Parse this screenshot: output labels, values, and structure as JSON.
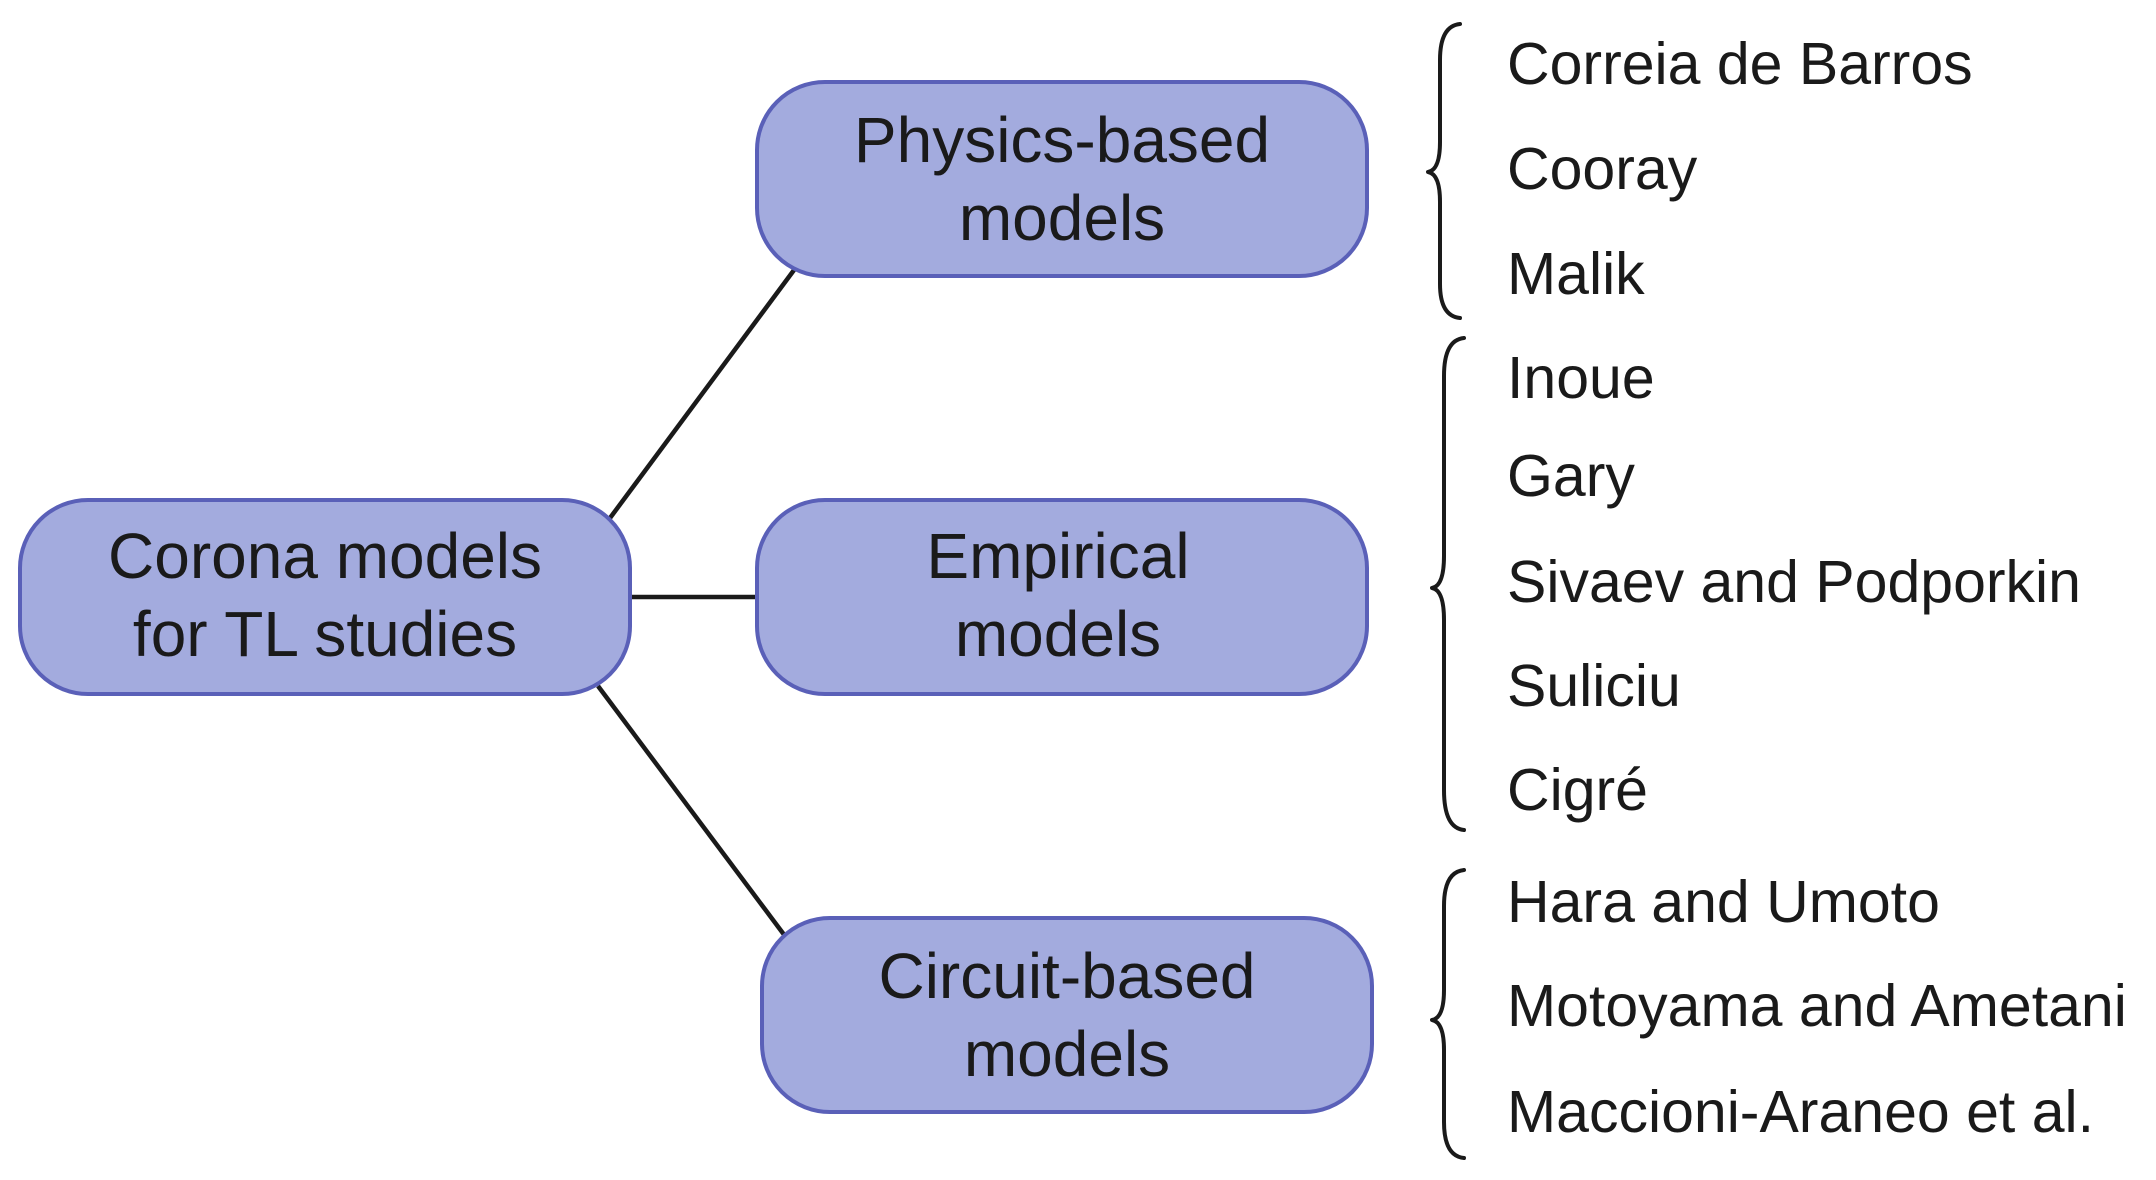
{
  "root": {
    "lines": [
      "Corona models",
      "for TL studies"
    ]
  },
  "categories": [
    {
      "id": "physics",
      "lines": [
        "Physics-based",
        "models"
      ],
      "items": [
        "Correia de Barros",
        "Cooray",
        "Malik"
      ]
    },
    {
      "id": "empirical",
      "lines": [
        "Empirical",
        "models"
      ],
      "items": [
        "Inoue",
        "Gary",
        "Sivaev and Podporkin",
        "Suliciu",
        "Cigré"
      ]
    },
    {
      "id": "circuit",
      "lines": [
        "Circuit-based",
        "models"
      ],
      "items": [
        "Hara and Umoto",
        "Motoyama and Ametani",
        "Maccioni-Araneo et al."
      ]
    }
  ],
  "colors": {
    "box_fill": "#a3abde",
    "box_stroke": "#5a60b8",
    "text": "#1a1a1a"
  }
}
